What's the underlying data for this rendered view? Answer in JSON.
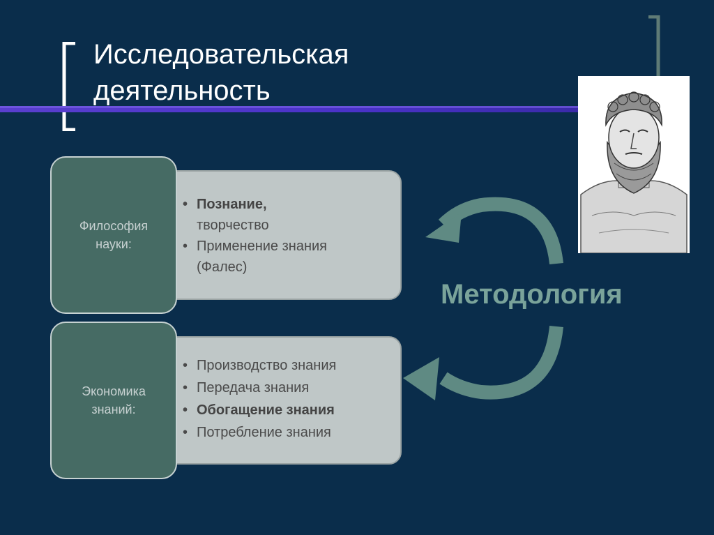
{
  "title": {
    "line1": "Исследовательская",
    "line2": "деятельность"
  },
  "box1": {
    "label": "Философия науки:",
    "bullets": [
      {
        "text": "Познание,",
        "bold": true
      },
      {
        "text": "творчество",
        "continuation": true
      },
      {
        "text": "Применение знания"
      },
      {
        "text": "(Фалес)",
        "continuation": true
      }
    ]
  },
  "box2": {
    "label": "Экономика знаний:",
    "bullets": [
      {
        "text": "Производство знания"
      },
      {
        "text": "Передача знания"
      },
      {
        "text": "Обогащение знания",
        "bold": true
      },
      {
        "text": "Потребление знания"
      }
    ]
  },
  "center_label": "Методология",
  "colors": {
    "background": "#0a2d4b",
    "accent_line": "#4a32c8",
    "label_box": "#466b64",
    "panel": "#bfc7c7",
    "arrow": "#5f8a83",
    "methodology_text": "#7aa39a"
  },
  "icons": [
    "bracket-left-icon",
    "bracket-right-icon",
    "portrait-image",
    "curved-arrow-up-icon",
    "curved-arrow-down-icon"
  ]
}
